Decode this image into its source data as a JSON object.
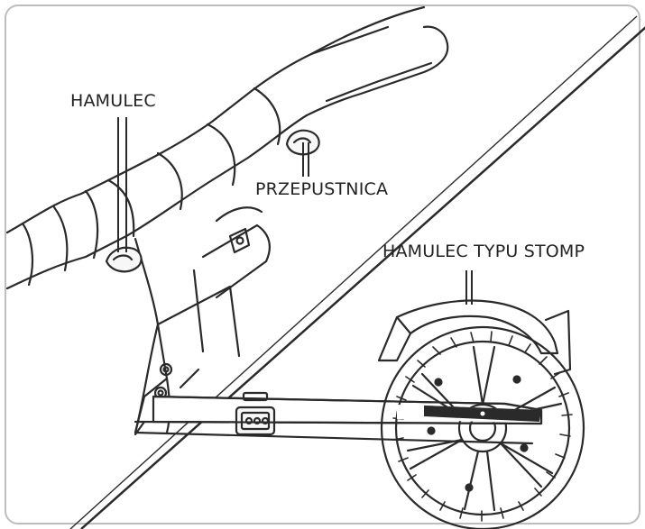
{
  "labels": {
    "brake": "HAMULEC",
    "throttle": "PRZEPUSTNICA",
    "stomp_brake": "HAMULEC TYPU STOMP"
  },
  "colors": {
    "line": "#2a2a2a",
    "frame": "#bdbdbd",
    "background": "#ffffff",
    "fill_light": "#f7f7f7"
  }
}
